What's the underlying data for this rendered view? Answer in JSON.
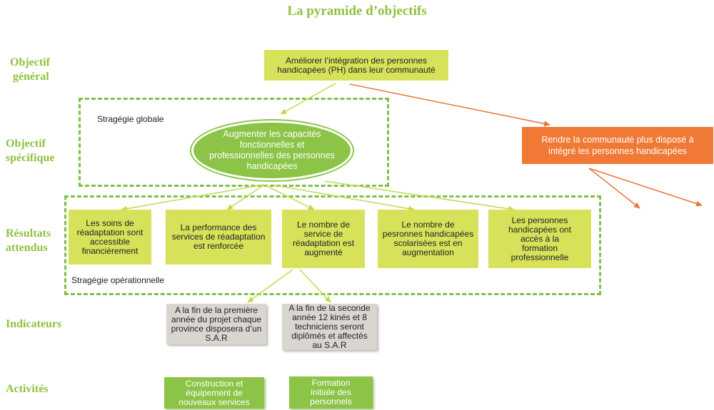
{
  "title": "La pyramide d’objectifs",
  "levels": {
    "general": [
      "Objectif",
      "général"
    ],
    "specifique": [
      "Objectif",
      "spécifique"
    ],
    "resultats": [
      "Résultats",
      "attendus"
    ],
    "indicateurs": "Indicateurs",
    "activites": "Activités"
  },
  "objectif_general": "Améliorer l’intégration des personnes handicapées (PH) dans leur communauté",
  "strategie_globale": "Stragégie globale",
  "objectif_specifique": "Augmenter les capacités fonctionnelles et professionnelles des personnes handicapées",
  "objectif_lateral": "Rendre la communauté plus disposé à intégré les personnes handicapées",
  "resultats": [
    "Les soins de réadaptation sont accessible financièrement",
    "La performance des services de réadaptation est renforcée",
    "Le nombre de service de réadaptation est augmenté",
    "Le nombre de pesronnes handicapées scolarisées est en augmentation",
    "Les personnes handicapées ont accès à la formation professionnelle"
  ],
  "strategie_operationnelle": "Stragégie opérationnelle",
  "indicateurs": [
    "A la fin de la première année du projet chaque province disposera d’un S.A.R",
    "A la fin de la seconde année 12 kinés et 8 techniciens seront diplômés et affectés au S.A.R"
  ],
  "activites": [
    "Construction et équipement de nouveaux services",
    "Formation initiale des personnels"
  ],
  "colors": {
    "accent_green": "#8cc447",
    "lime": "#d7e25a",
    "orange": "#f07935",
    "gray": "#d9d6d1"
  }
}
